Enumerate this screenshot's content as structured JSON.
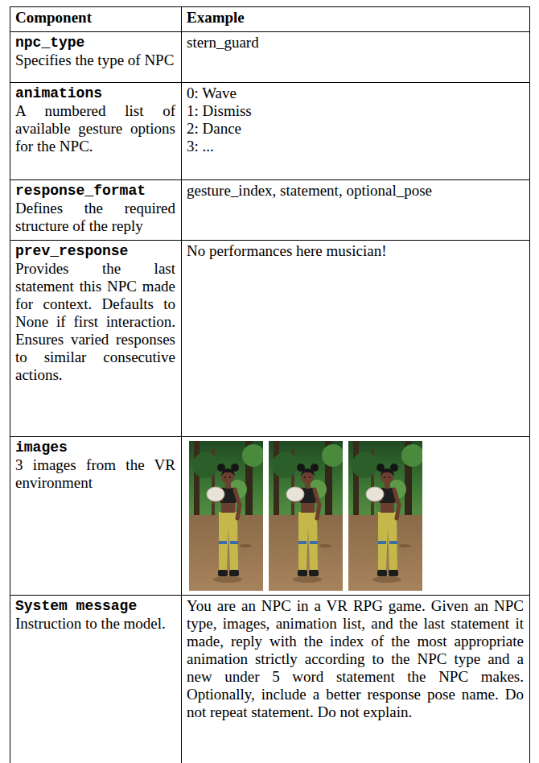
{
  "diagram": {
    "labels": [
      "Component",
      "Example",
      "npc_type",
      "Specifies the type of NPC",
      "stern_guard",
      "animations",
      "A numbered list of available gesture options for the NPC.",
      "0: Wave",
      "1: Dismiss",
      "2: Dance",
      "3: ...",
      "response_format",
      "Defines the required structure of the reply",
      "gesture_index, statement, optional_pose",
      "prev_response",
      "Provides the last statement this NPC made for context. Defaults to None if first interaction. Ensures varied responses to similar consecutive actions.",
      "No performances here musician!",
      "images",
      "3 images from the VR environment",
      "System message",
      "Instruction to the model.",
      "You are an NPC in a VR RPG game. Given an NPC type, images, animation list, and the last statement it made, reply with the index of the most appropriate animation strictly according to the NPC type and a new under 5 word statement the NPC makes. Optionally, include a better response pose name. Do not repeat statement. Do not explain."
    ]
  }
}
